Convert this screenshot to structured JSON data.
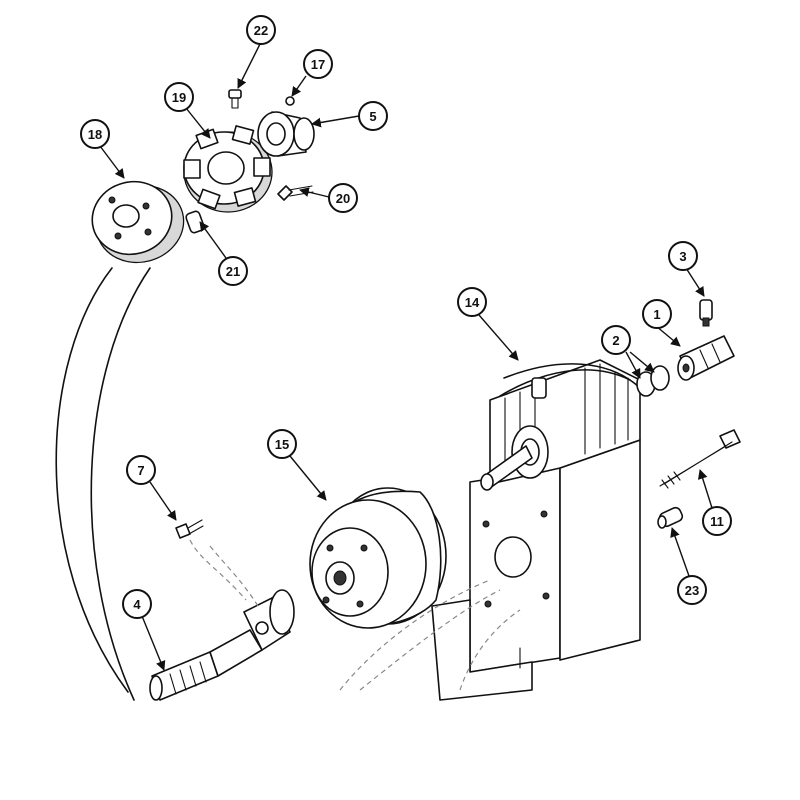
{
  "callouts": {
    "c1": "1",
    "c2": "2",
    "c3": "3",
    "c4": "4",
    "c5": "5",
    "c7": "7",
    "c11": "11",
    "c14": "14",
    "c15": "15",
    "c17": "17",
    "c18": "18",
    "c19": "19",
    "c20": "20",
    "c21": "21",
    "c22": "22",
    "c23": "23"
  }
}
